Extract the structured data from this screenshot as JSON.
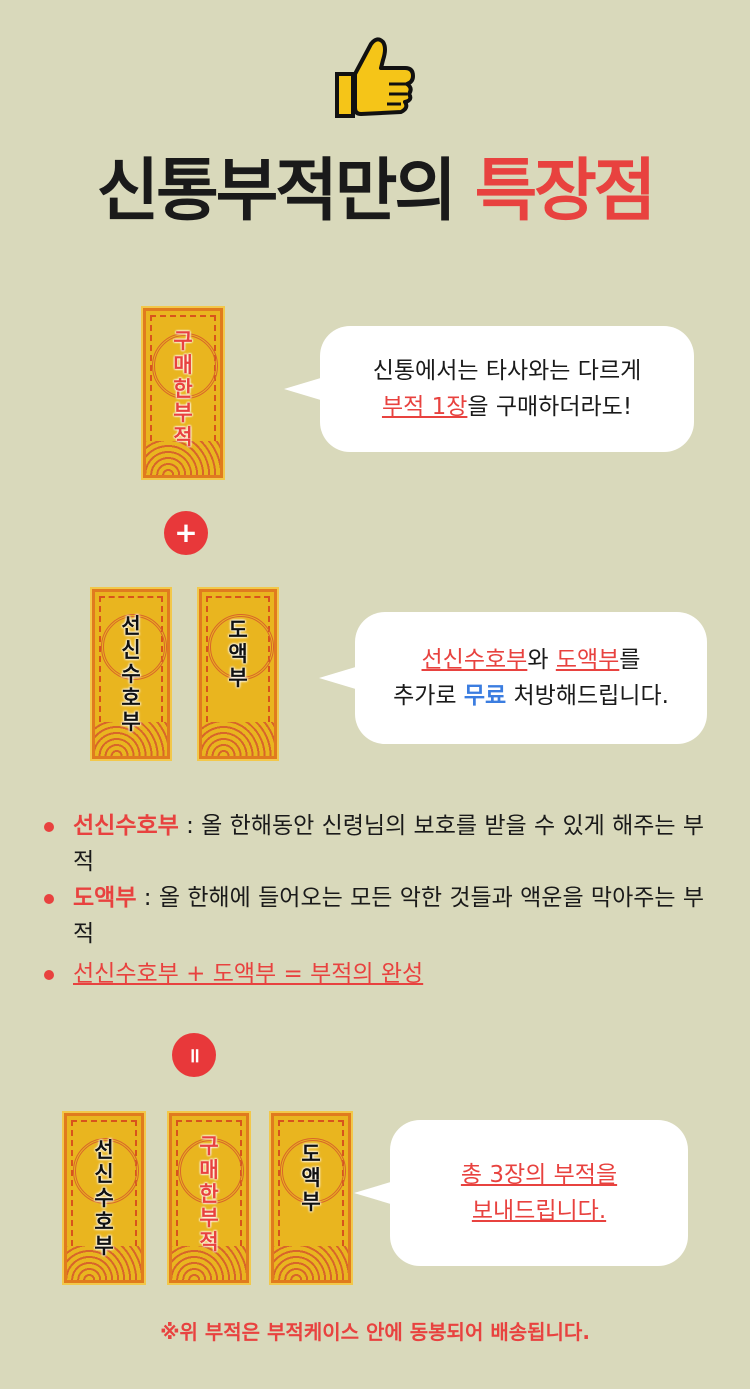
{
  "title": {
    "black": "신통부적만의",
    "red": "특장점"
  },
  "talismans": {
    "purchased": [
      "구",
      "매",
      "한",
      "부",
      "적"
    ],
    "seonsin": [
      "선",
      "신",
      "수",
      "호",
      "부"
    ],
    "doaek": [
      "도",
      "액",
      "부"
    ]
  },
  "bubble1": {
    "line1": "신통에서는 타사와는 다르게",
    "highlight": "부적 1장",
    "line2_rest": "을 구매하더라도!"
  },
  "plus_symbol": "+",
  "bubble2": {
    "h1": "선신수호부",
    "t1": "와 ",
    "h2": "도액부",
    "t2": "를",
    "t3": "추가로 ",
    "free": "무료",
    "t4": " 처방해드립니다."
  },
  "list": [
    {
      "term": "선신수호부",
      "desc": " : 올 한해동안 신령님의 보호를 받을 수 있게 해주는 부적"
    },
    {
      "term": "도액부",
      "desc": " : 올 한해에 들어오는 모든 악한 것들과 액운을 막아주는 부적"
    },
    {
      "summary": "선신수호부 + 도액부 = 부적의 완성"
    }
  ],
  "equals_symbol": "॥",
  "bubble3": {
    "line1": "총 3장의 부적을",
    "line2": "보내드립니다."
  },
  "footer": "※위 부적은 부적케이스 안에 동봉되어 배송됩니다.",
  "colors": {
    "background": "#d9d9bb",
    "accent": "#e8423f",
    "blue": "#3b7de0",
    "talisman": "#e9b51f"
  }
}
